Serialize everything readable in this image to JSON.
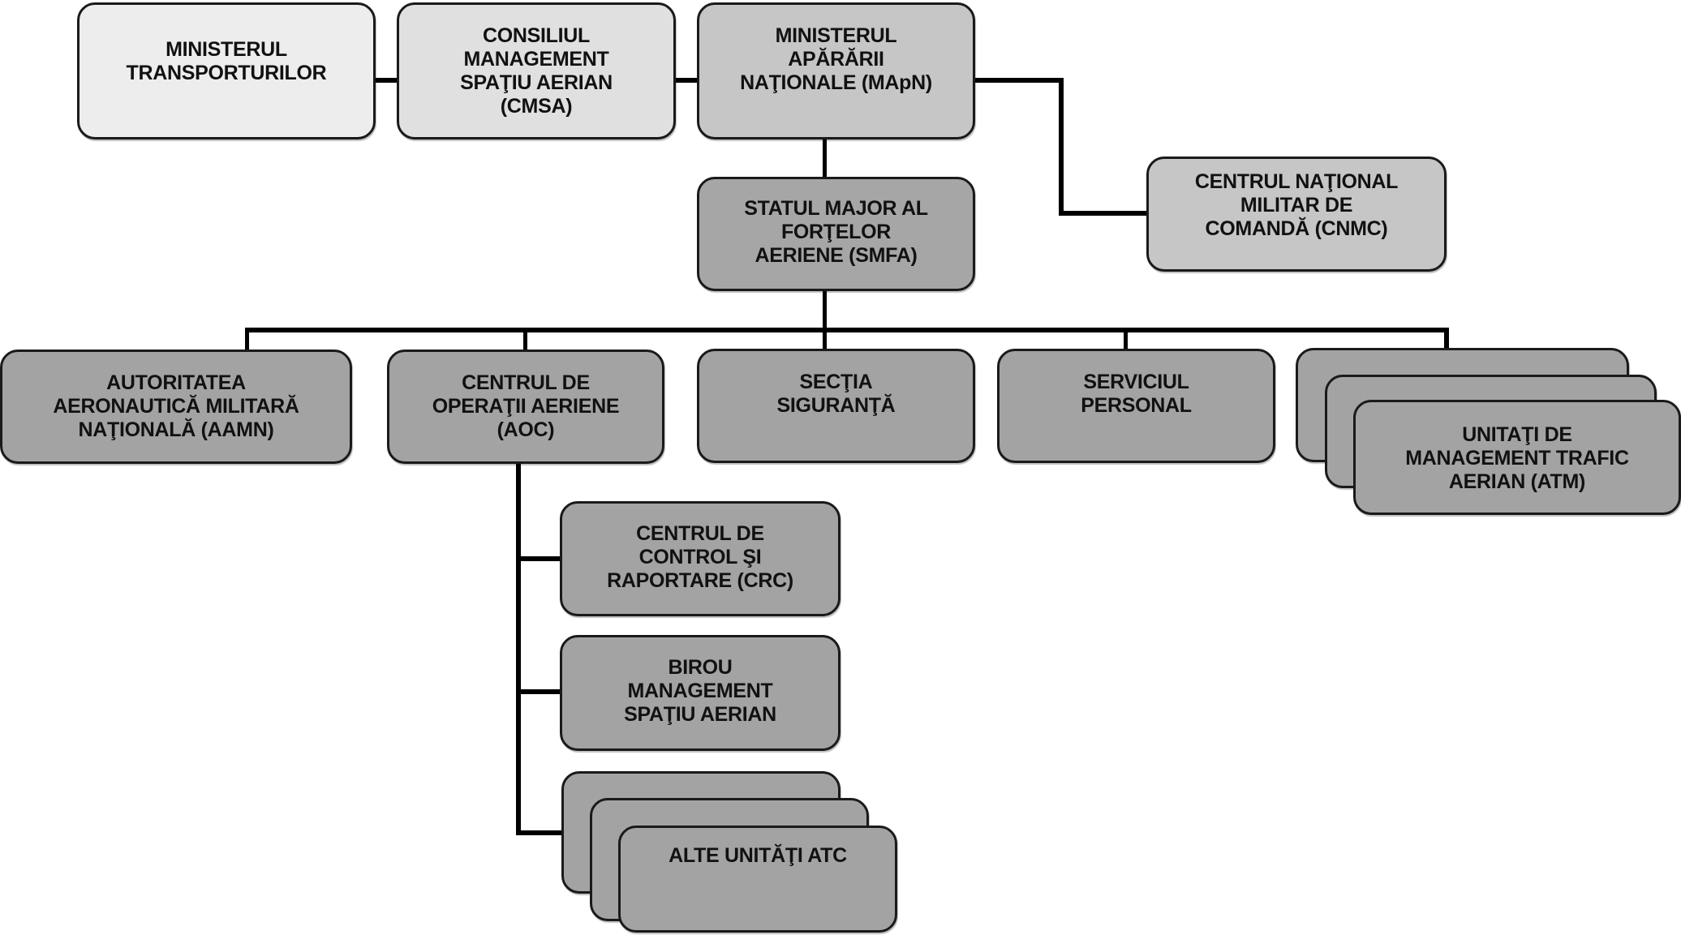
{
  "diagram": {
    "type": "org-chart",
    "nodes": {
      "mt": {
        "label": "MINISTERUL\nTRANSPORTURILOR"
      },
      "cmsa": {
        "label": "CONSILIUL\nMANAGEMENT\nSPAŢIU AERIAN\n(CMSA)"
      },
      "mapn": {
        "label": "MINISTERUL\nAPĂRĂRII\nNAŢIONALE (MApN)"
      },
      "cnmc": {
        "label": "CENTRUL NAŢIONAL\nMILITAR DE\nCOMANDĂ (CNMC)"
      },
      "smfa": {
        "label": "STATUL MAJOR AL\nFORŢELOR\nAERIENE (SMFA)"
      },
      "aamn": {
        "label": "AUTORITATEA\nAERONAUTICĂ MILITARĂ\nNAŢIONALĂ (AAMN)"
      },
      "aoc": {
        "label": "CENTRUL DE\nOPERAŢII AERIENE\n(AOC)"
      },
      "sectia": {
        "label": "SECŢIA\nSIGURANŢĂ"
      },
      "serviciul": {
        "label": "SERVICIUL\nPERSONAL"
      },
      "atm": {
        "label": "UNITAŢI DE\nMANAGEMENT TRAFIC\nAERIAN (ATM)"
      },
      "crc": {
        "label": "CENTRUL DE\nCONTROL ŞI\nRAPORTARE (CRC)"
      },
      "birou": {
        "label": "BIROU\nMANAGEMENT\nSPAŢIU AERIAN"
      },
      "atc": {
        "label": "ALTE UNITĂŢI ATC"
      }
    },
    "edges": [
      [
        "mt",
        "cmsa"
      ],
      [
        "cmsa",
        "mapn"
      ],
      [
        "mapn",
        "cnmc"
      ],
      [
        "mapn",
        "smfa"
      ],
      [
        "smfa",
        "aamn"
      ],
      [
        "smfa",
        "aoc"
      ],
      [
        "smfa",
        "sectia"
      ],
      [
        "smfa",
        "serviciul"
      ],
      [
        "smfa",
        "atm"
      ],
      [
        "aoc",
        "crc"
      ],
      [
        "aoc",
        "birou"
      ],
      [
        "aoc",
        "atc"
      ]
    ],
    "colors": {
      "lightest": "#ededed",
      "light": "#e0e0e0",
      "mid": "#c6c6c6",
      "dark": "#a6a6a6",
      "line": "#000000"
    }
  }
}
